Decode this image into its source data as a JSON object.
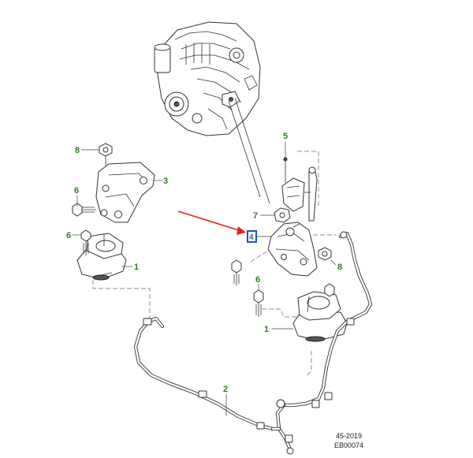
{
  "callouts": {
    "mount_left": "1",
    "mount_right": "1",
    "hose": "2",
    "bracket_left": "3",
    "highlight": "4",
    "sensor": "5",
    "bolt_left_upper": "6",
    "bolt_left_lower": "6",
    "bolt_right": "6",
    "bolt_center": "7",
    "nut_left": "8",
    "nut_right": "8"
  },
  "reference": {
    "code": "45-2019",
    "figure": "EB00074"
  },
  "colors": {
    "callout_text": "#2f7d22",
    "highlight_box": "#1e4fd8",
    "pointer_arrow": "#e0241b",
    "line_art": "#333333"
  }
}
